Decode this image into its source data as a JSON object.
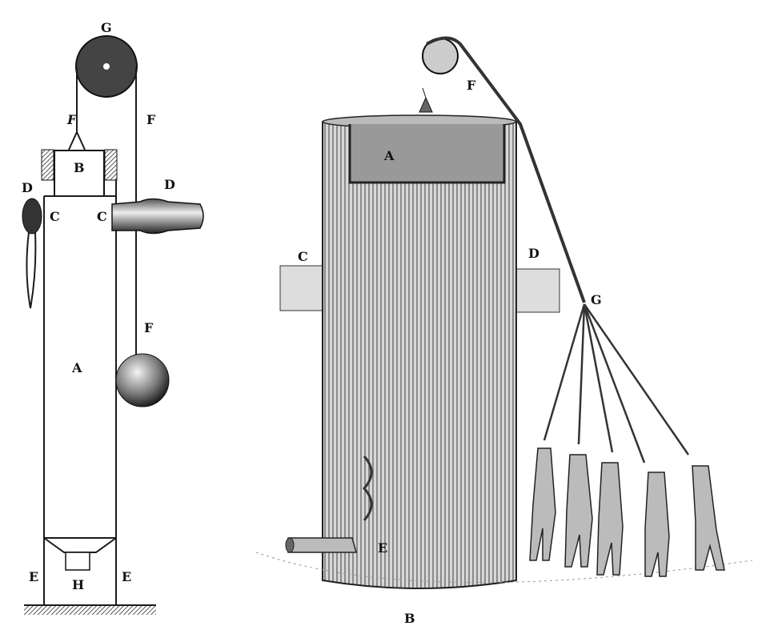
{
  "left_figure": {
    "labels": {
      "pulley": "G",
      "rope_left": "F",
      "rope_right": "F",
      "bell": "B",
      "cask_left": "D",
      "cask_right": "D",
      "tap_left": "C",
      "tap_right": "C",
      "rope_weight": "F",
      "vessel": "A",
      "leg_left": "E",
      "leg_right": "E",
      "base": "H"
    }
  },
  "right_figure": {
    "labels": {
      "pulley": "F",
      "bell": "A",
      "bracket_left": "C",
      "bracket_right": "D",
      "rope_junction": "G",
      "spout": "E",
      "base": "B"
    }
  }
}
